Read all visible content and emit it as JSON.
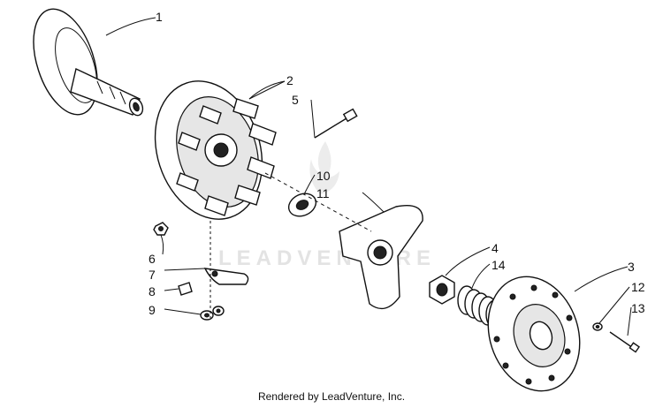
{
  "watermark": "LEADVENTURE",
  "credit": "Rendered by LeadVenture, Inc.",
  "callouts": [
    "1",
    "2",
    "3",
    "4",
    "5",
    "6",
    "7",
    "8",
    "9",
    "10",
    "11",
    "12",
    "13",
    "14"
  ]
}
